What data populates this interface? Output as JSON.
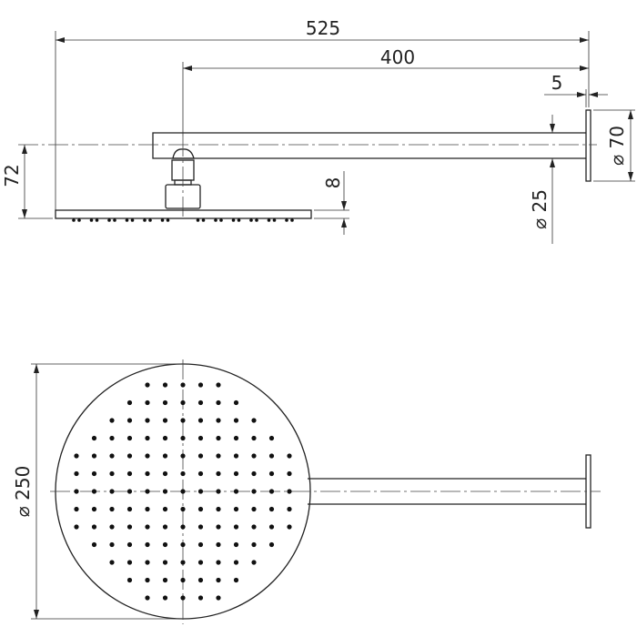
{
  "drawing": {
    "dimensions": {
      "overall_length": "525",
      "arm_length": "400",
      "plate_thickness": "5",
      "drop_height": "72",
      "head_thickness": "8",
      "arm_diameter": "⌀ 25",
      "plate_diameter": "⌀ 70",
      "head_diameter": "⌀ 250"
    },
    "line_color": "#222222"
  }
}
